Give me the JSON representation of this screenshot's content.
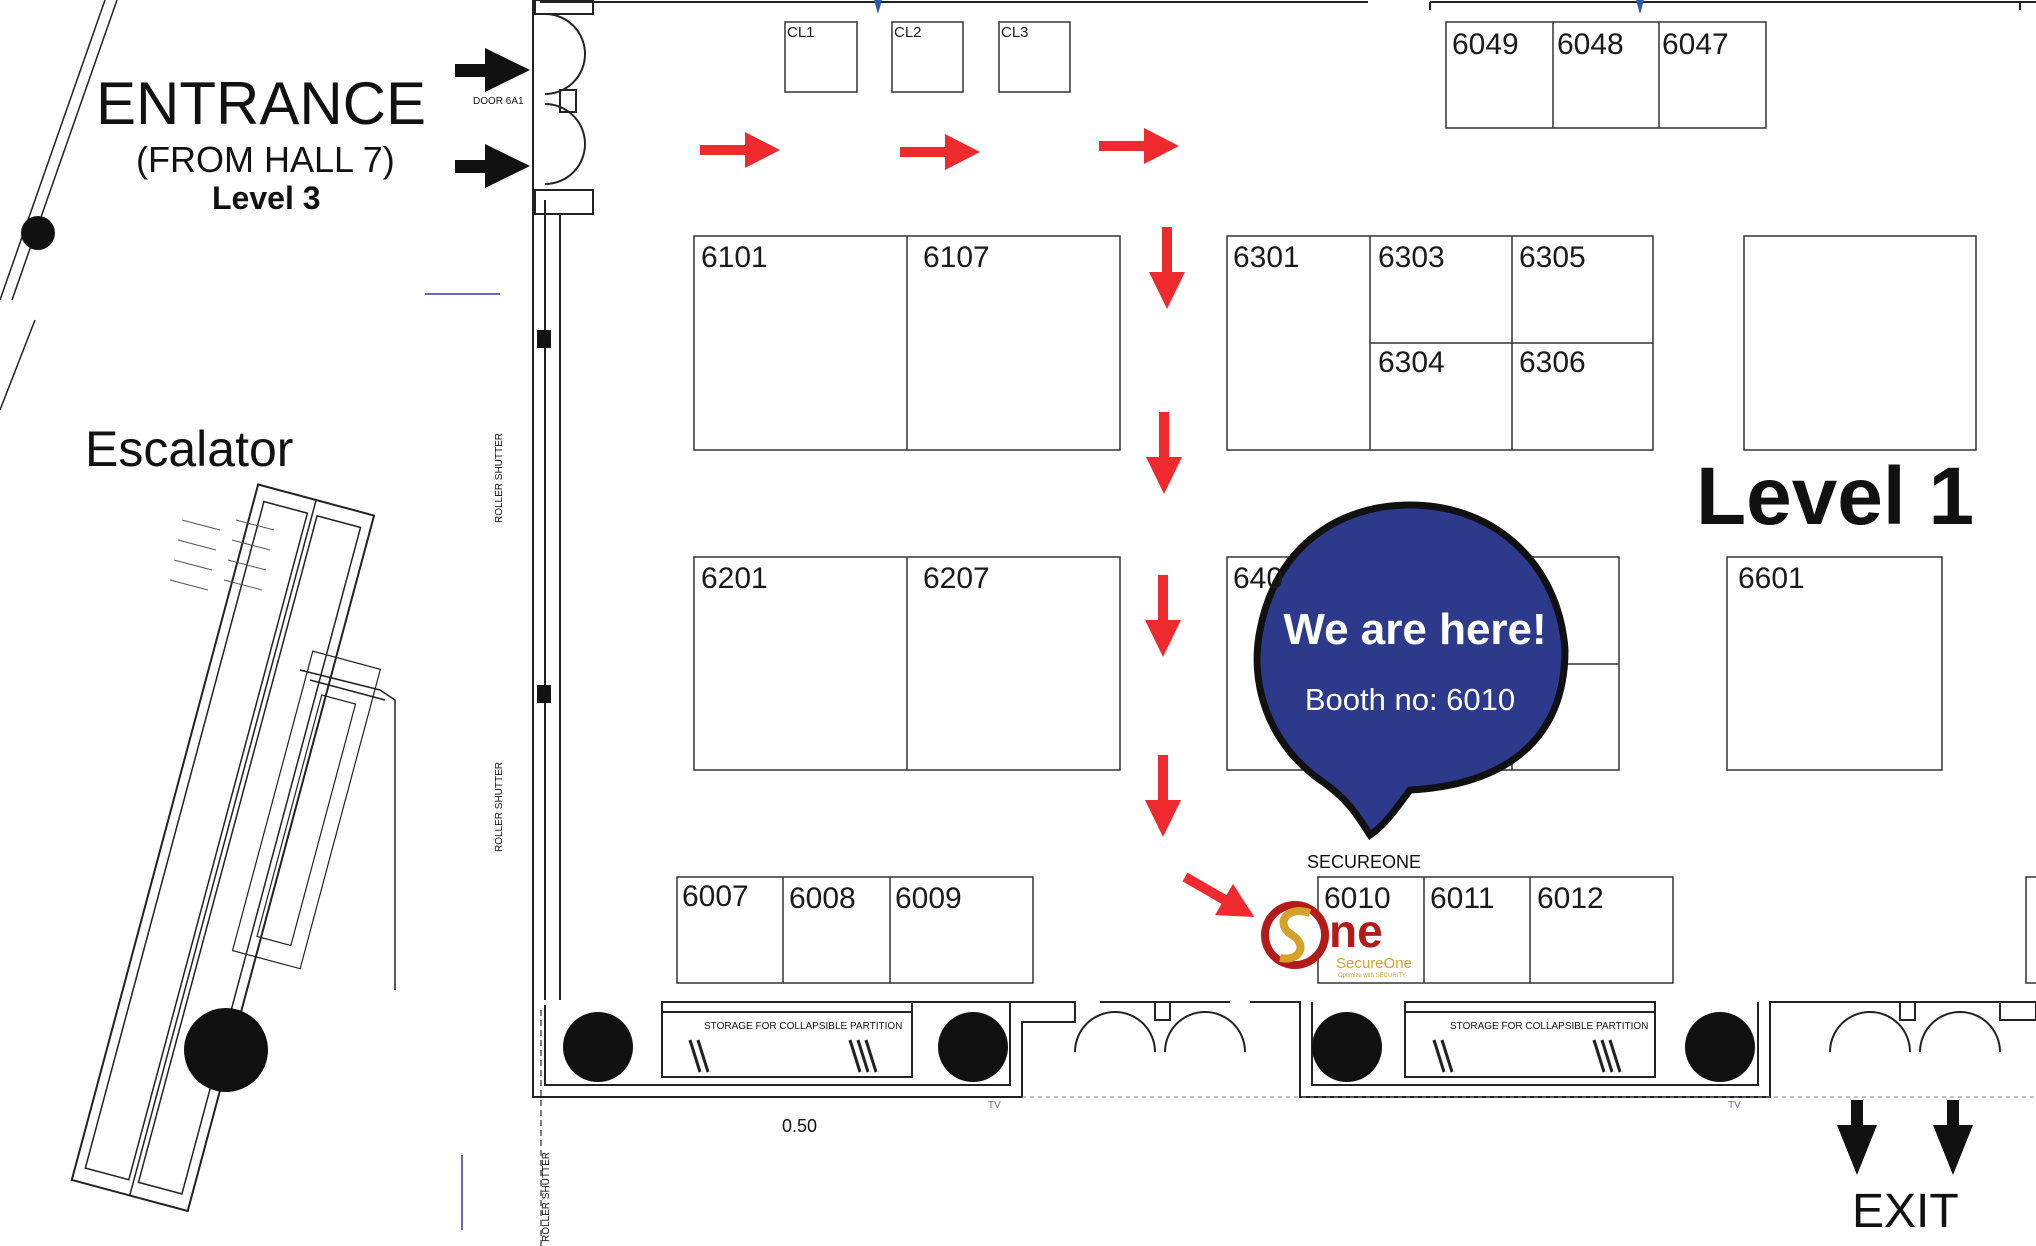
{
  "title": "Level 1",
  "entrance": {
    "title": "ENTRANCE",
    "subtitle": "(FROM HALL 7)",
    "level": "Level 3",
    "door": "DOOR 6A1"
  },
  "escalator_label": "Escalator",
  "exit_label": "EXIT",
  "callout": {
    "headline": "We are here!",
    "booth": "Booth no: 6010"
  },
  "exhibitor": {
    "name": "SECUREONE",
    "logo_text": "ne",
    "logo_brand": "SecureOne",
    "logo_tagline": "Optimize with SECURITY"
  },
  "booths": {
    "cl1": "CL1",
    "cl2": "CL2",
    "cl3": "CL3",
    "b6049": "6049",
    "b6048": "6048",
    "b6047": "6047",
    "b6101": "6101",
    "b6107": "6107",
    "b6301": "6301",
    "b6303": "6303",
    "b6305": "6305",
    "b6304": "6304",
    "b6306": "6306",
    "b6201": "6201",
    "b6207": "6207",
    "b640x": "640",
    "b6601": "6601",
    "b6007": "6007",
    "b6008": "6008",
    "b6009": "6009",
    "b6010": "6010",
    "b6011": "6011",
    "b6012": "6012"
  },
  "annotations": {
    "roller_shutter": "ROLLER SHUTTER",
    "storage": "STORAGE FOR COLLAPSIBLE PARTITION",
    "dimension": "0.50",
    "tv": "TV"
  },
  "colors": {
    "route_arrow": "#ee2a2f",
    "callout": "#2d3a8c",
    "logo_red": "#b31b1b",
    "logo_gold": "#d4a12a"
  }
}
